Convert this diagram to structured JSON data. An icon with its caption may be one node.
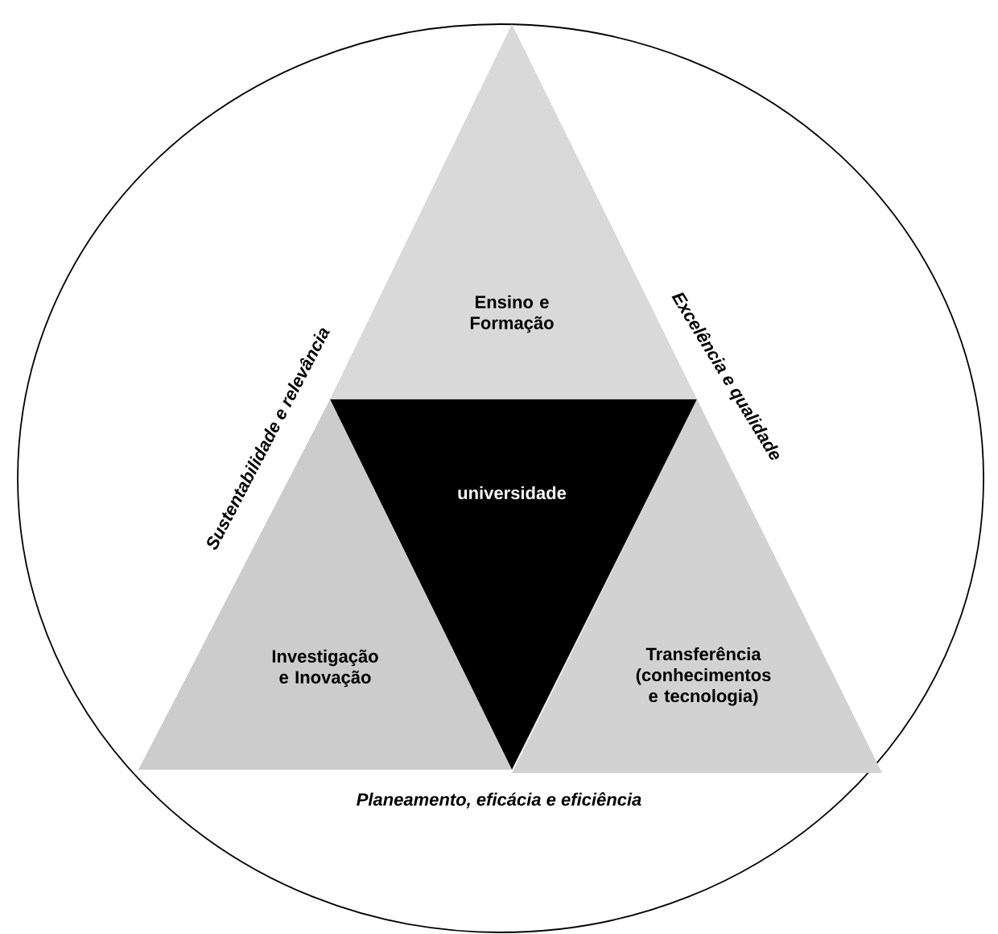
{
  "diagram": {
    "nodes": [
      {
        "text": [
          "Sustentabilidade e relevância",
          "Excelência e qualidade",
          "Planeamento, eficácia e eficiência"
        ]
      },
      {
        "text": [
          "Ensino e Formação"
        ],
        "in": 0
      },
      {
        "text": [
          "universidade"
        ],
        "in": 0
      },
      {
        "text": [
          "Investigação e Inovação"
        ],
        "in": 0
      },
      {
        "text": [
          "Transferência (conhecimentos e tecnologia)"
        ],
        "in": 0
      }
    ]
  }
}
